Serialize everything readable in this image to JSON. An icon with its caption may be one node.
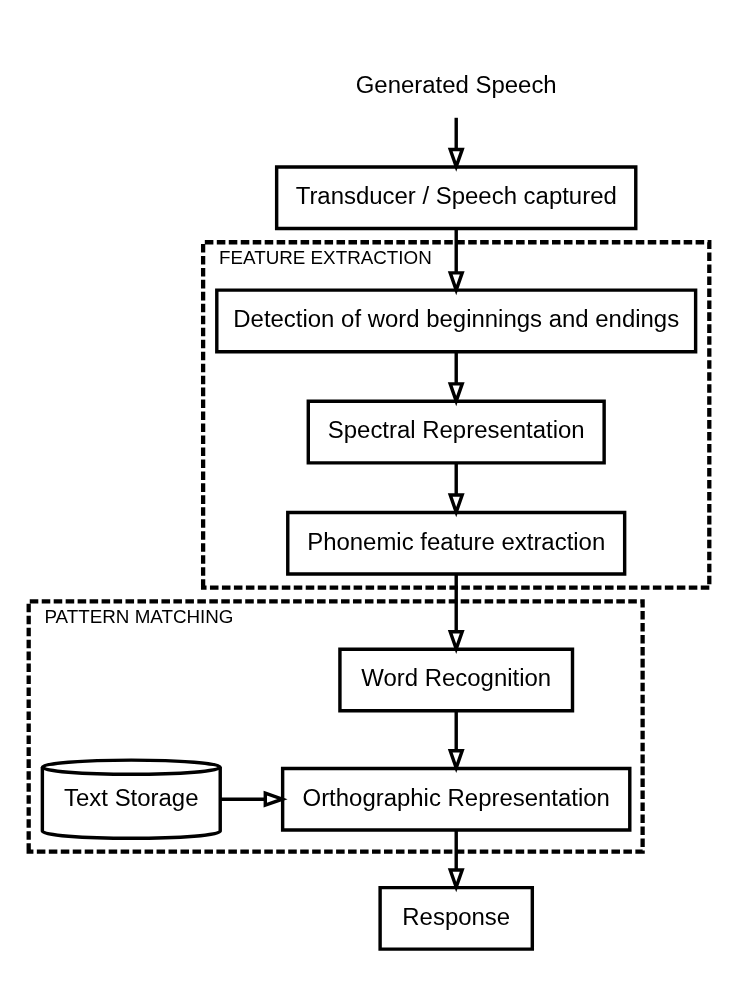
{
  "diagram": {
    "nodes": [
      {
        "text": [
          "Generated Speech"
        ]
      },
      {
        "text": [
          "Transducer / Speech captured"
        ]
      },
      {
        "text": [
          "FEATURE EXTRACTION"
        ]
      },
      {
        "text": [
          "Detection of word beginnings and endings"
        ],
        "in": 2
      },
      {
        "text": [
          "Spectral Representation"
        ],
        "in": 2
      },
      {
        "text": [
          "Phonemic feature extraction"
        ],
        "in": 2
      },
      {
        "text": [
          "PATTERN MATCHING"
        ]
      },
      {
        "text": [
          "Word Recognition"
        ],
        "in": 6
      },
      {
        "text": [
          "Orthographic Representation"
        ],
        "in": 6
      },
      {
        "text": [
          "Text Storage"
        ],
        "in": 6
      },
      {
        "text": [
          "Response"
        ]
      }
    ],
    "edges": [
      {
        "from": 0,
        "to": 1,
        "arrow": "to"
      },
      {
        "from": 1,
        "to": 3,
        "arrow": "to"
      },
      {
        "from": 3,
        "to": 4,
        "arrow": "to"
      },
      {
        "from": 4,
        "to": 5,
        "arrow": "to"
      },
      {
        "from": 5,
        "to": 7,
        "arrow": "to"
      },
      {
        "from": 7,
        "to": 8,
        "arrow": "to"
      },
      {
        "from": 9,
        "to": 8,
        "arrow": "to"
      },
      {
        "from": 8,
        "to": 10,
        "arrow": "to"
      }
    ]
  }
}
